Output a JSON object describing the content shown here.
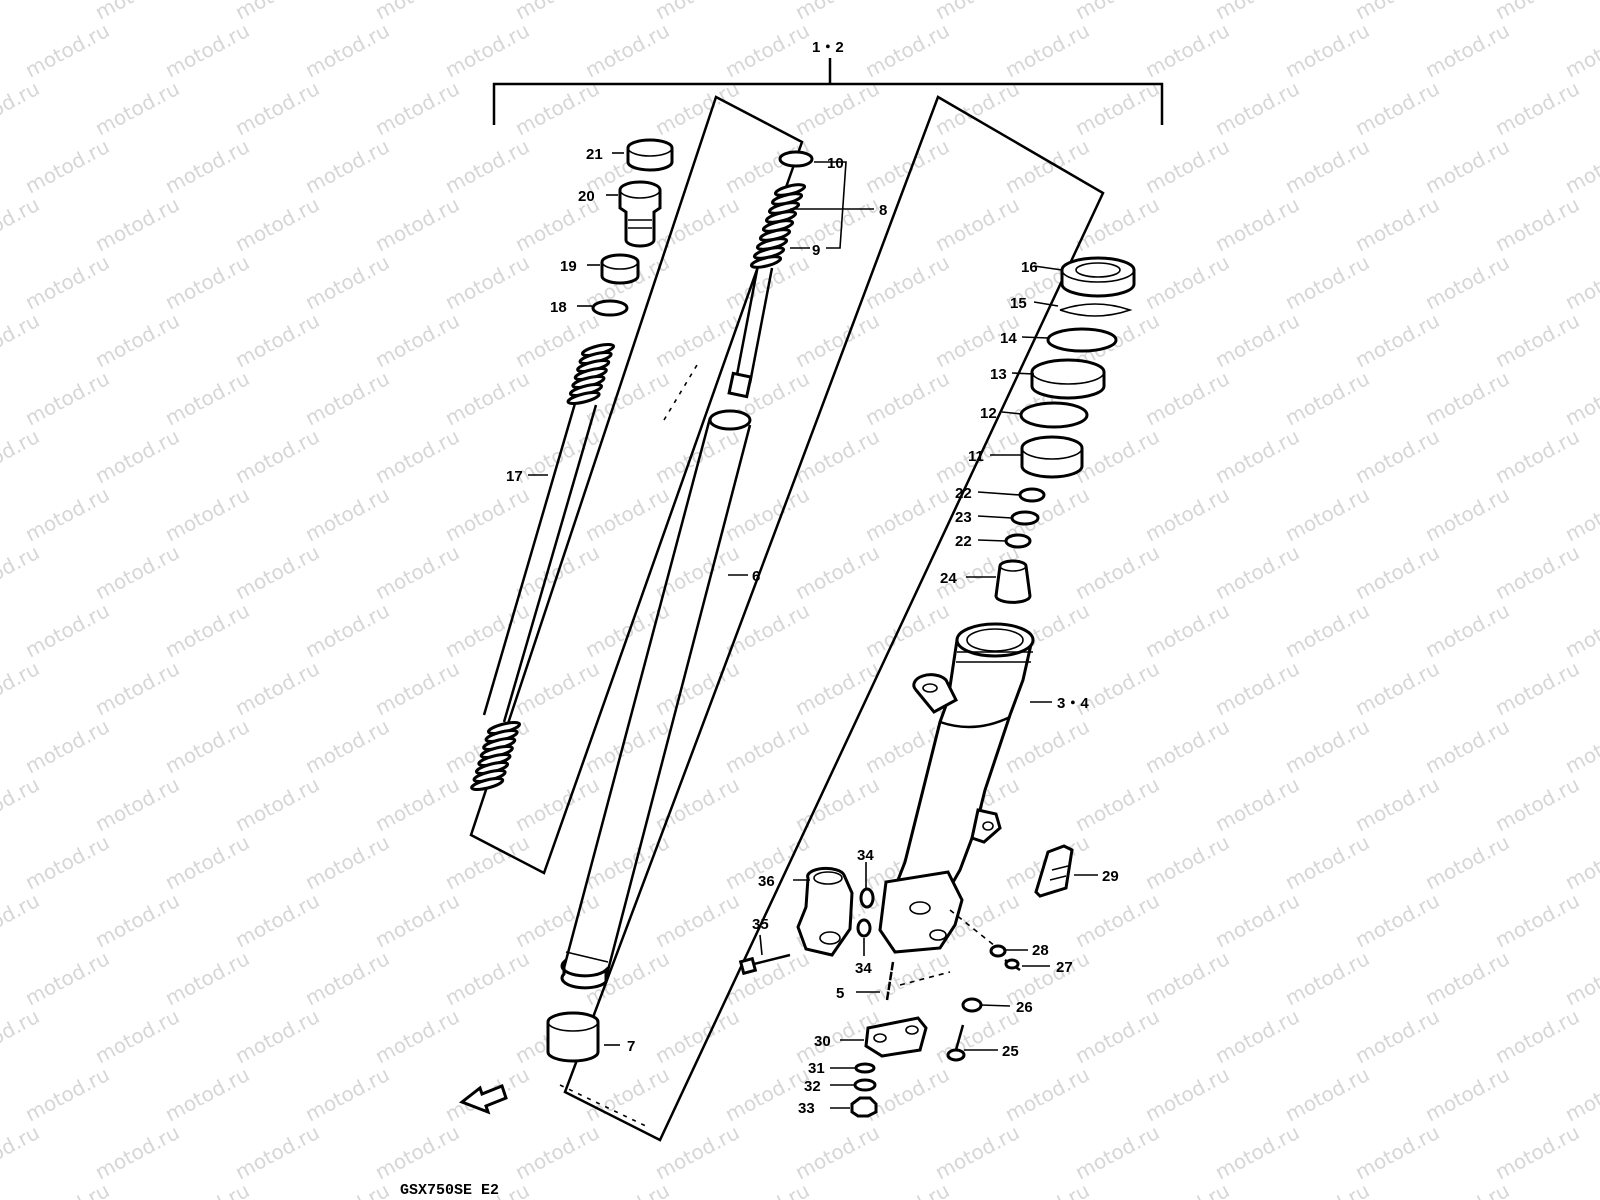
{
  "watermark": "motod.ru",
  "caption": "GSX750SE E2",
  "labels": {
    "l1_2": "1・2",
    "l3_4": "3・4",
    "l5": "5",
    "l6": "6",
    "l7": "7",
    "l8": "8",
    "l9": "9",
    "l10": "10",
    "l11": "11",
    "l12": "12",
    "l13": "13",
    "l14": "14",
    "l15": "15",
    "l16": "16",
    "l17": "17",
    "l18": "18",
    "l19": "19",
    "l20": "20",
    "l21": "21",
    "l22a": "22",
    "l22b": "22",
    "l23": "23",
    "l24": "24",
    "l25": "25",
    "l26": "26",
    "l27": "27",
    "l28": "28",
    "l29": "29",
    "l30": "30",
    "l31": "31",
    "l32": "32",
    "l33": "33",
    "l34a": "34",
    "l34b": "34",
    "l35": "35",
    "l36": "36"
  }
}
